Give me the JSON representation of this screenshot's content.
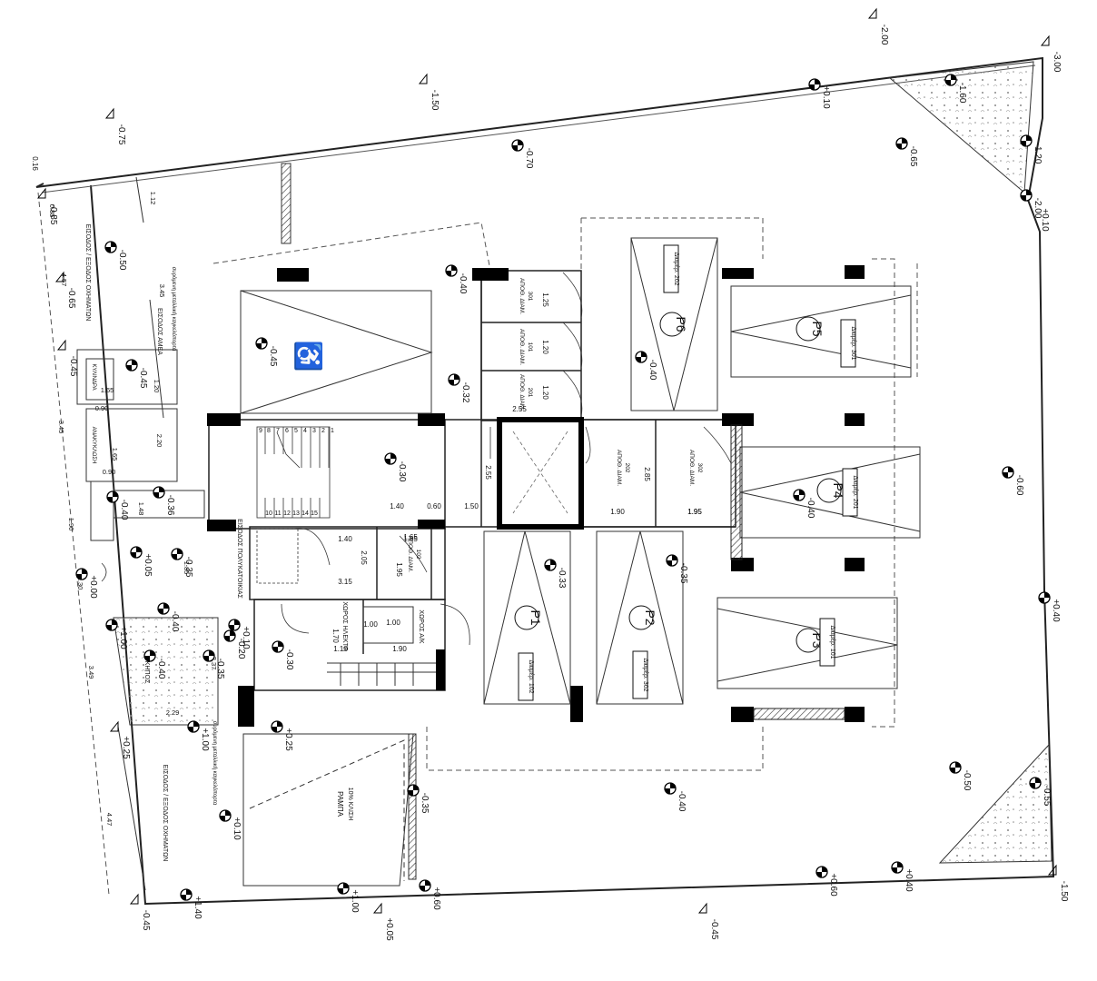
{
  "levels": {
    "bottom": [
      "-0.45",
      "+1.40",
      "+1.00",
      "+0.60",
      "+0.60",
      "+0.40"
    ],
    "outside": [
      "-2.00",
      "-3.00",
      "-1.50",
      "-0.75",
      "0.16",
      "-0.85",
      "-0.65",
      "-0.45",
      "-1.50",
      "+0.05",
      "-0.45",
      "+0.25"
    ],
    "top": [
      "-0.70",
      "+0.10",
      "-0.65",
      "-1.60",
      "-1.20",
      "-2.00",
      "+0.10"
    ],
    "right": [
      "-0.60",
      "+0.40",
      "-0.50",
      "-0.55"
    ],
    "inside": [
      "-0.50",
      "-0.40",
      "-0.45",
      "-0.45",
      "-0.40",
      "-0.32",
      "-0.30",
      "-0.36",
      "-0.40",
      "+0.05",
      "-0.35",
      "+0.00",
      "+0.10",
      "-0.20",
      "+1.00",
      "-0.40",
      "-0.35",
      "-0.30",
      "+1.00",
      "+0.25",
      "+0.10",
      "-0.35",
      "-0.40",
      "-0.33",
      "-0.35",
      "-0.40",
      "-0.40"
    ]
  },
  "parking": [
    {
      "id": "P1",
      "label": "Διαμέρ. 102"
    },
    {
      "id": "P2",
      "label": "Διαμέρ. 302"
    },
    {
      "id": "P3",
      "label": "Διαμέρ. 101"
    },
    {
      "id": "P4",
      "label": "Διαμέρ. 201"
    },
    {
      "id": "P5",
      "label": "Διαμέρ. 301"
    },
    {
      "id": "P6",
      "label": "Διαμέρ. 202"
    }
  ],
  "storage": [
    {
      "label": "ΑΠΟΘ. ΔΙΑΜ.",
      "unit": "301",
      "dim": "1.25"
    },
    {
      "label": "ΑΠΟΘ. ΔΙΑΜ.",
      "unit": "101",
      "dim": "1.20"
    },
    {
      "label": "ΑΠΟΘ. ΔΙΑΜ.",
      "unit": "201",
      "dim": "1.20"
    },
    {
      "label": "ΑΠΟΘ. ΔΙΑΜ.",
      "unit": "202",
      "dim": "2.85"
    },
    {
      "label": "ΑΠΟΘ. ΔΙΑΜ.",
      "unit": "302",
      "dim": "1.95"
    },
    {
      "label": "ΑΠΟΘ. ΔΙΑΜ.",
      "unit": "102",
      "dim": "1.65"
    }
  ],
  "rooms": {
    "electric": "ΧΩΡΟΣ ΗΛΕΚΤΡ.",
    "ak": "ΧΩΡΟΣ Α/Κ",
    "ramp": "ΡΑΜΠΑ",
    "ramp_slope": "10% ΚΛΙΣΗ",
    "garden": "ΚΗΠΟΣ",
    "entrance_people": "ΕΙΣΟΔΟΣ ΠΟΛΥΚΑΤΟΙΚΙΑΣ",
    "entrance_amea": "ΕΙΣΟΔΟΣ ΑΜΕΑ",
    "entry_exit_top": "ΕΙΣΟΔΟΣ / ΕΞΟΔΟΣ ΟΧΗΜΑΤΩΝ",
    "entry_exit_bottom": "ΕΙΣΟΔΟΣ / ΕΞΟΔΟΣ ΟΧΗΜΑΤΩΝ",
    "barrier": "συρόμενη μεταλλική καγκελόπορτα",
    "barrier2": "συρόμενη μεταλλική καγκελόπορτα",
    "cylinders": "ΚΥΛΙΝΔΡΑ",
    "cylinders2": "ΑΝΑΚΥΚΛΩΣΗ"
  },
  "dims": {
    "stairs": [
      "1.40",
      "0.60",
      "1.50",
      "2.55",
      "2.55",
      "1.40",
      "2.05",
      "1.65",
      "1.95",
      "3.15",
      "1.70",
      "1.10",
      "1.90",
      "1.00",
      "1.90",
      "1.95",
      "1.00"
    ],
    "left": [
      "4.57",
      "3.45",
      "3.45",
      "1.90",
      "1.30",
      "3.49",
      "4.47",
      "1.12",
      "1.65",
      "0.90",
      "1.65",
      "0.90",
      "1.48",
      "1.85",
      "2.20",
      "2.29",
      "3.37",
      "0.85",
      "1.20"
    ],
    "stair_numbers": [
      "9",
      "8",
      "7",
      "6",
      "5",
      "4",
      "3",
      "2",
      "1",
      "10",
      "11",
      "12",
      "13",
      "14",
      "15"
    ]
  },
  "symbols": {
    "accessible": "♿"
  }
}
